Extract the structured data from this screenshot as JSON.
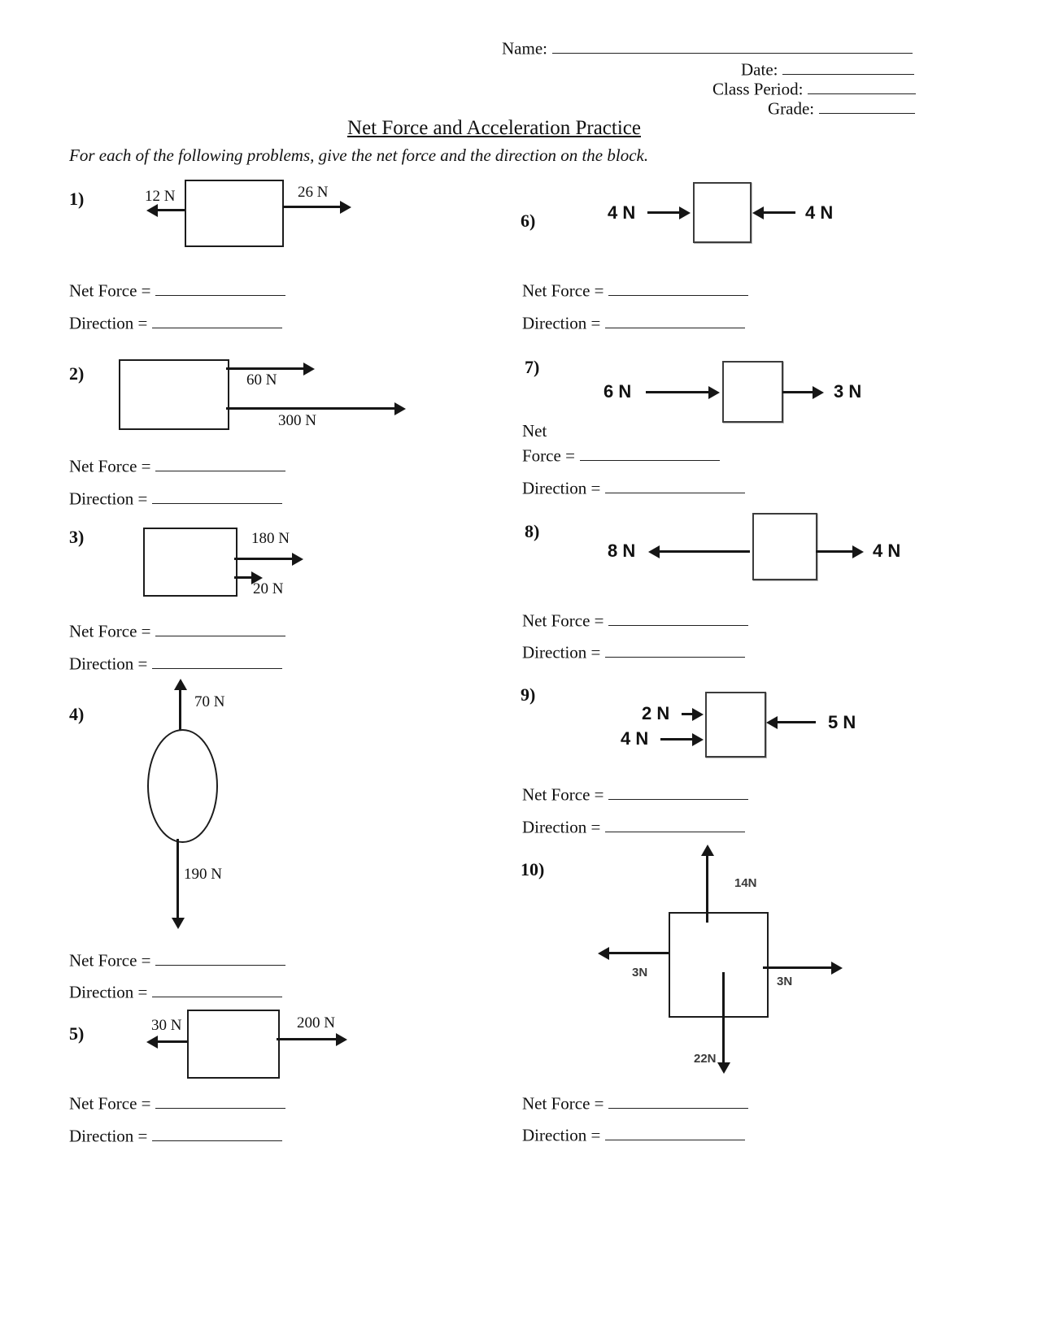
{
  "header": {
    "name_label": "Name:",
    "date_label": "Date:",
    "class_period_label": "Class Period:",
    "grade_label": "Grade:"
  },
  "title": "Net Force and Acceleration Practice",
  "instructions": "For each of the following problems, give the net force and the direction on the block.",
  "answer_labels": {
    "net_force": "Net Force =",
    "net": "Net",
    "force": "Force =",
    "direction": "Direction ="
  },
  "problems": {
    "p1": {
      "number": "1)",
      "left_force": "12 N",
      "right_force": "26 N"
    },
    "p2": {
      "number": "2)",
      "upper_force": "60 N",
      "lower_force": "300 N"
    },
    "p3": {
      "number": "3)",
      "upper_force": "180 N",
      "lower_force": "20 N"
    },
    "p4": {
      "number": "4)",
      "up_force": "70 N",
      "down_force": "190 N"
    },
    "p5": {
      "number": "5)",
      "left_force": "30 N",
      "right_force": "200 N"
    },
    "p6": {
      "number": "6)",
      "left_force": "4 N",
      "right_force": "4 N"
    },
    "p7": {
      "number": "7)",
      "left_force": "6 N",
      "right_force": "3 N"
    },
    "p8": {
      "number": "8)",
      "left_force": "8 N",
      "right_force": "4 N"
    },
    "p9": {
      "number": "9)",
      "upper_left_force": "2 N",
      "lower_left_force": "4 N",
      "right_force": "5 N"
    },
    "p10": {
      "number": "10)",
      "up_force": "14N",
      "left_force": "3N",
      "right_force": "3N",
      "down_force": "22N"
    }
  }
}
